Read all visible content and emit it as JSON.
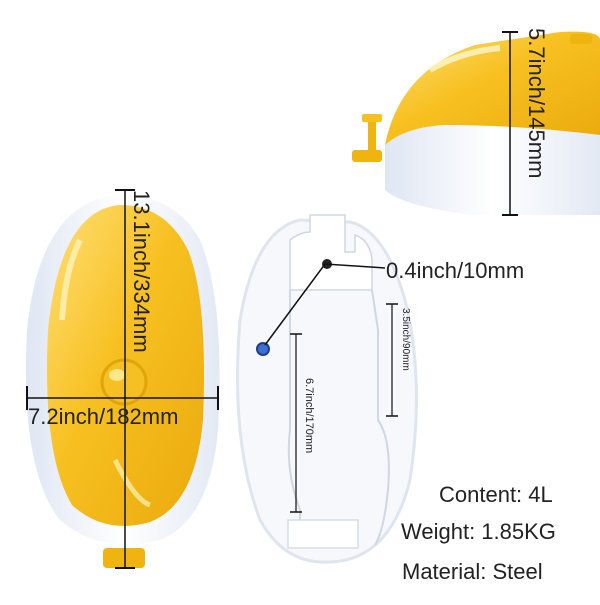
{
  "dimensions": {
    "top_height": "5.7inch/145mm",
    "length": "13.1inch/334mm",
    "width": "7.2inch/182mm",
    "hole": "0.4inch/10mm",
    "inner_upper": "3.5inch/90mm",
    "inner_lower": "6.7inch/170mm"
  },
  "specs": {
    "content": "Content: 4L",
    "weight": "Weight: 1.85KG",
    "material": "Material: Steel"
  },
  "colors": {
    "yellow": "#f5bd1e",
    "yellow_light": "#ffd44a",
    "white_shell": "#f4f6fb",
    "line": "#111111"
  }
}
